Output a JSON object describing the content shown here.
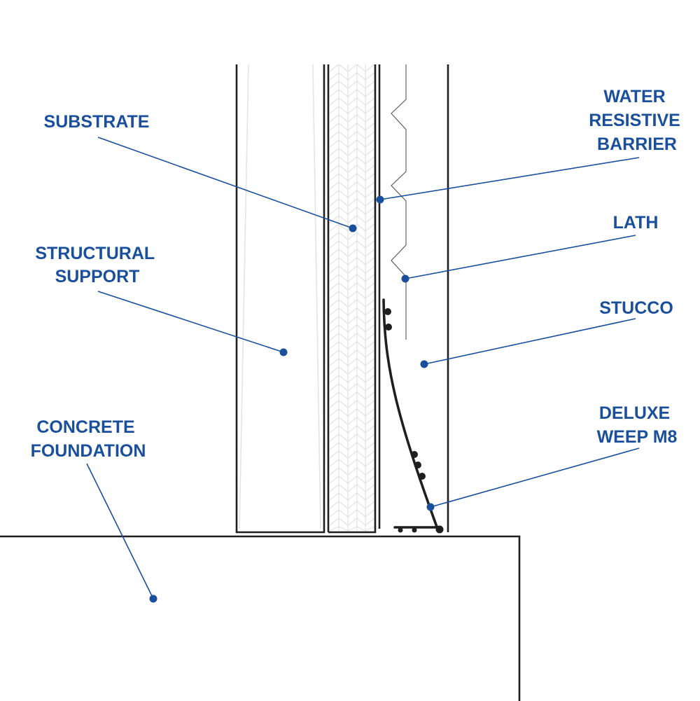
{
  "diagram": {
    "title": "Stucco wall base section with weep screed",
    "label_color": "#1a4f9c",
    "line_color": "#1f1f1f",
    "labels": [
      {
        "id": "substrate",
        "lines": [
          "SUBSTRATE"
        ]
      },
      {
        "id": "structural-support",
        "lines": [
          "STRUCTURAL",
          "SUPPORT"
        ]
      },
      {
        "id": "concrete-foundation",
        "lines": [
          "CONCRETE",
          "FOUNDATION"
        ]
      },
      {
        "id": "water-resistive-barrier",
        "lines": [
          "WATER",
          "RESISTIVE",
          "BARRIER"
        ]
      },
      {
        "id": "lath",
        "lines": [
          "LATH"
        ]
      },
      {
        "id": "stucco",
        "lines": [
          "STUCCO"
        ]
      },
      {
        "id": "deluxe-weep-m8",
        "lines": [
          "DELUXE",
          "WEEP M8"
        ]
      }
    ]
  }
}
